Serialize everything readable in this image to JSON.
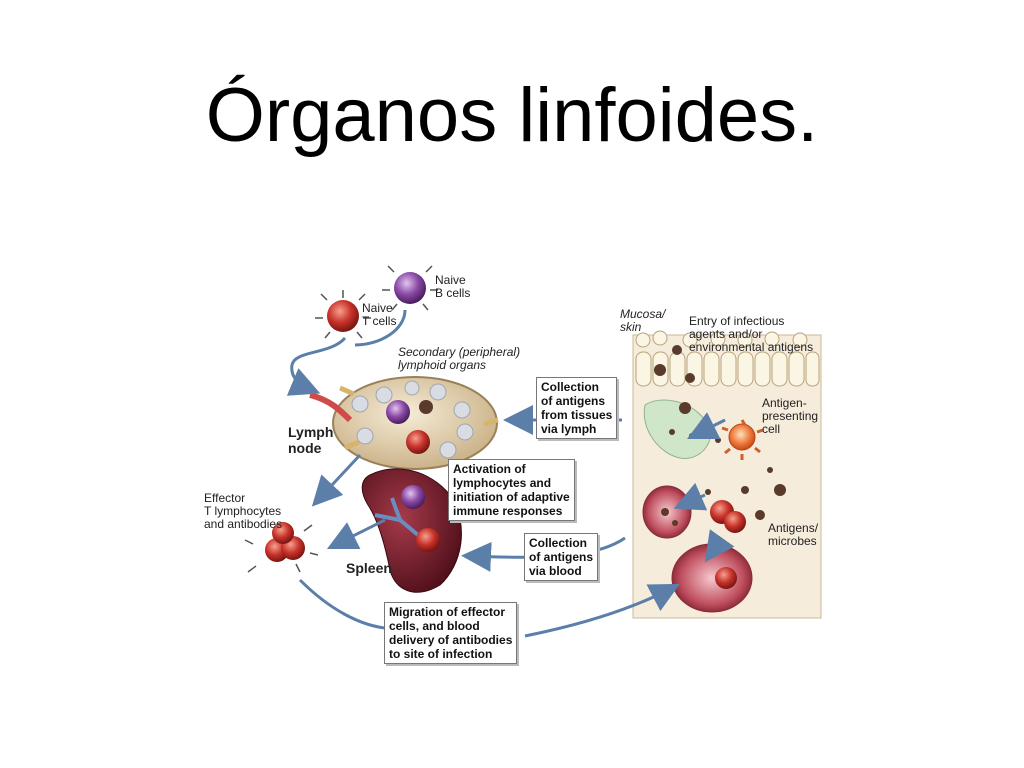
{
  "slide": {
    "title": "Órganos linfoides."
  },
  "diagram": {
    "labels": {
      "naive_b": "Naive\nB cells",
      "naive_t": "Naive\nT cells",
      "secondary": "Secondary (peripheral)\nlymphoid organs",
      "lymph_node": "Lymph\nnode",
      "spleen": "Spleen",
      "effector": "Effector\nT lymphocytes\nand antibodies",
      "mucosa": "Mucosa/\nskin",
      "entry": "Entry of infectious\nagents and/or\nenvironmental antigens",
      "apc": "Antigen-\npresenting\ncell",
      "antigens": "Antigens/\nmicrobes"
    },
    "boxes": {
      "collection_lymph": "Collection\nof antigens\nfrom tissues\nvia lymph",
      "activation": "Activation of\nlymphocytes and\ninitiation of adaptive\nimmune responses",
      "collection_blood": "Collection\nof antigens\nvia blood",
      "migration": "Migration of effector\ncells, and blood\ndelivery of antibodies\nto site of infection"
    }
  }
}
